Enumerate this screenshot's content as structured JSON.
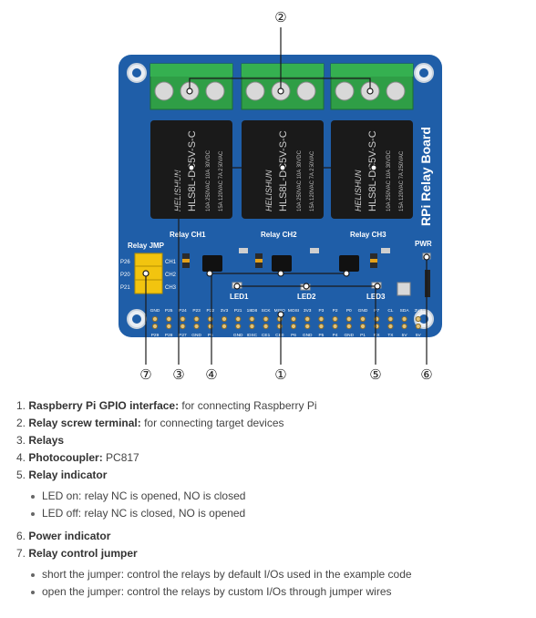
{
  "board": {
    "title": "RPi Relay Board",
    "relay_labels": [
      "Relay CH1",
      "Relay CH2",
      "Relay CH3"
    ],
    "relay_jmp_label": "Relay JMP",
    "pwr_label": "PWR",
    "led_labels": [
      "LED1",
      "LED2",
      "LED3"
    ],
    "jumper_pins": [
      "P26",
      "P20",
      "P21"
    ],
    "jumper_channels": [
      "CH1",
      "CH2",
      "CH3"
    ],
    "relay_markings": {
      "brand": "HELISHUN",
      "model": "HLS8L-DC5V-S-C",
      "rating_a": "10A 250VAC 10A 30VDC",
      "rating_b": "15A 120VAC 7A 250VAC"
    },
    "header_top_labels": [
      "GND",
      "P25",
      "P24",
      "P23",
      "P22",
      "3V3",
      "P21",
      "18D8",
      "SCK",
      "MISO",
      "MOSI",
      "3V3",
      "P3",
      "P2",
      "P0",
      "GND",
      "P7",
      "CL",
      "SDA",
      "3V3"
    ],
    "header_bottom_labels": [
      "P29",
      "P28",
      "P27",
      "GND",
      "P5",
      "",
      "GND",
      "IDSC",
      "CE1",
      "CE0",
      "P6",
      "GND",
      "P5",
      "P4",
      "GND",
      "P1",
      "RX",
      "TX",
      "5V",
      "5V"
    ]
  },
  "callouts": {
    "top": "②",
    "bottom": [
      "⑦",
      "③",
      "④",
      "①",
      "⑤",
      "⑥"
    ]
  },
  "items": [
    {
      "num": "1.",
      "title": "Raspberry Pi GPIO interface:",
      "text": " for connecting Raspberry Pi"
    },
    {
      "num": "2.",
      "title": "Relay screw terminal:",
      "text": " for connecting target devices"
    },
    {
      "num": "3.",
      "title": "Relays",
      "text": ""
    },
    {
      "num": "4.",
      "title": "Photocoupler:",
      "text": " PC817"
    },
    {
      "num": "5.",
      "title": "Relay indicator",
      "text": "",
      "sub": [
        "LED on: relay NC is opened, NO is closed",
        "LED off: relay NC is closed, NO is opened"
      ]
    },
    {
      "num": "6.",
      "title": "Power indicator",
      "text": ""
    },
    {
      "num": "7.",
      "title": "Relay control jumper",
      "text": "",
      "sub": [
        "short the jumper: control the relays by default I/Os used in the example code",
        "open the jumper: control the relays by custom I/Os through jumper wires"
      ]
    }
  ],
  "colors": {
    "pcb": "#1f5ea8",
    "terminal": "#2f9e46",
    "relay": "#1a1a1a",
    "jumper": "#f2c40f",
    "silkscreen": "#ffffff",
    "leader": "#1a1a1a"
  }
}
